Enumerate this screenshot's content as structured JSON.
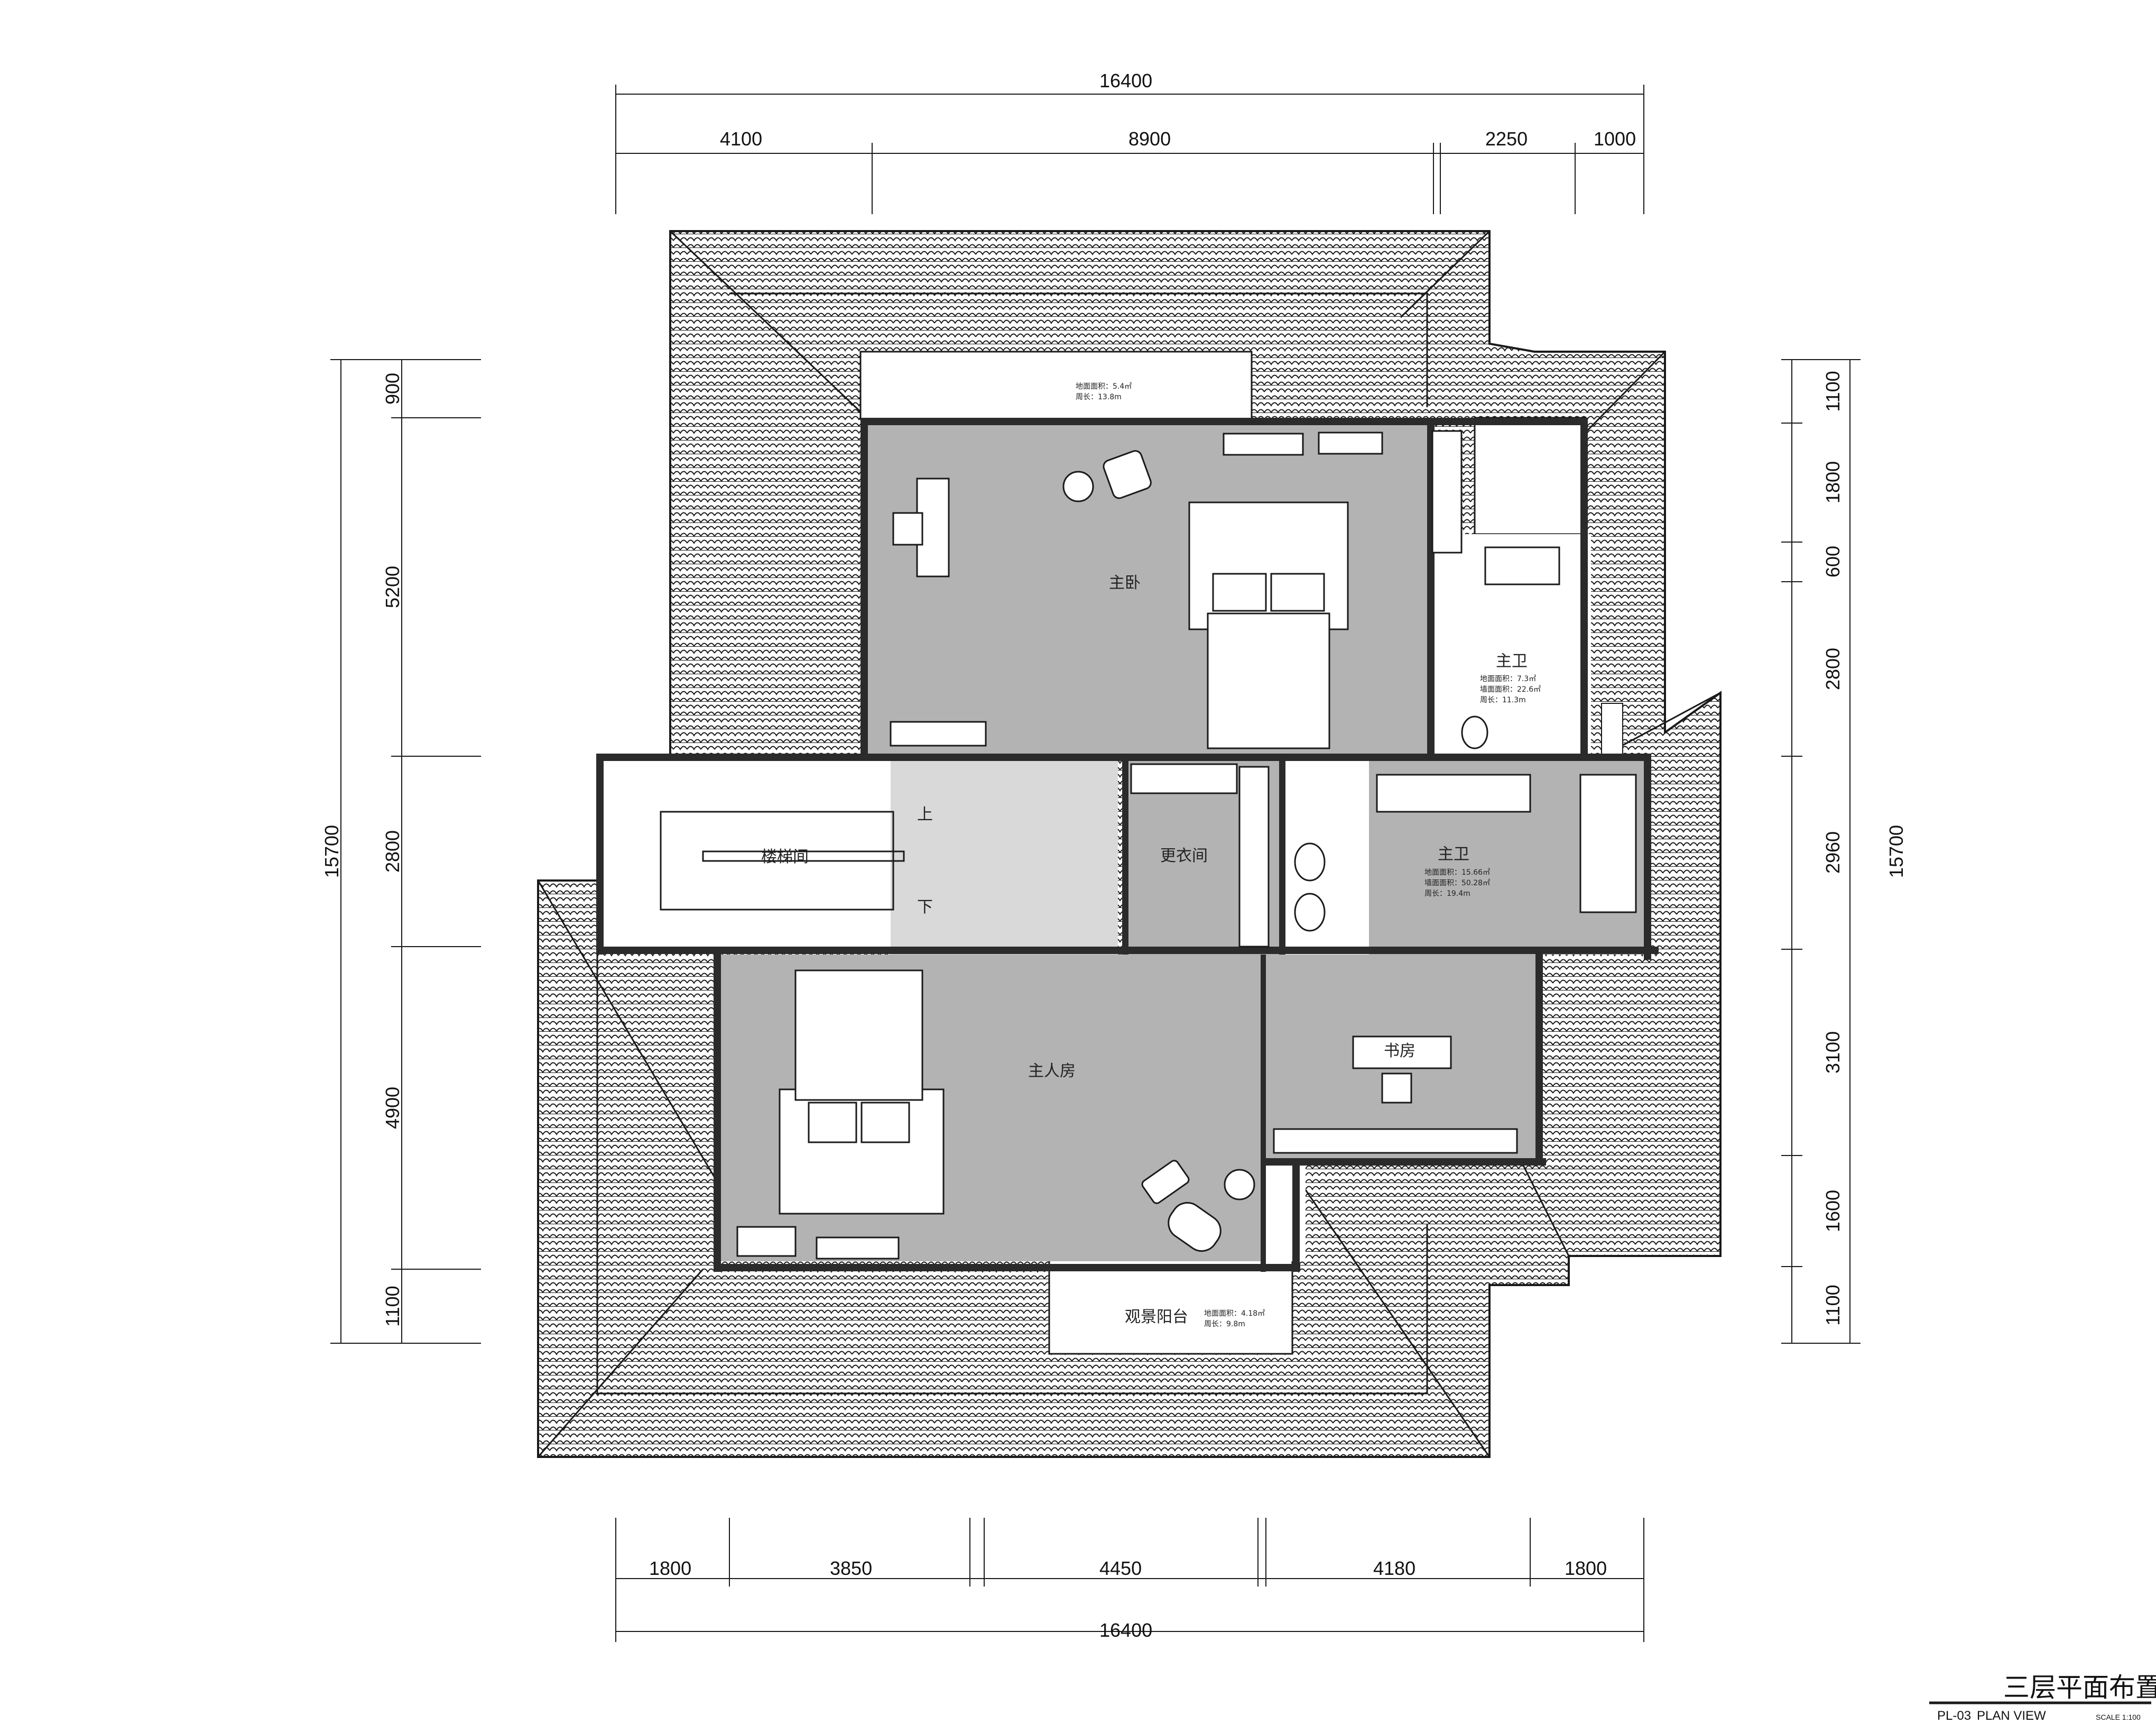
{
  "drawing": {
    "title": "三层平面布置图",
    "code": "PL-03",
    "subtitle": "PLAN VIEW",
    "scale": "SCALE 1:100"
  },
  "dimensions": {
    "top_total": "16400",
    "top_segments": [
      "4100",
      "8900",
      "2250",
      "1000"
    ],
    "bottom_total": "16400",
    "bottom_segments": [
      "1800",
      "3850",
      "4450",
      "4180",
      "1800"
    ],
    "left_total": "15700",
    "left_segments": [
      "900",
      "5200",
      "2800",
      "4900",
      "1100"
    ],
    "right_total": "15700",
    "right_segments": [
      "1100",
      "1800",
      "600",
      "2800",
      "2960",
      "3100",
      "1600",
      "1100"
    ]
  },
  "rooms": {
    "master_bedroom": "主卧",
    "stairwell": "楼梯间",
    "stair_up": "上",
    "stair_down": "下",
    "dressing_room": "更衣间",
    "master_bath_north": "主卫",
    "master_bath_south": "主卫",
    "owner_room": "主人房",
    "study": "书房",
    "view_balcony": "观景阳台"
  },
  "notes": {
    "balcony_north_area": "地面面积：5.4㎡",
    "balcony_north_perimeter": "周长：13.8m",
    "bath_north_floor": "地面面积：7.3㎡",
    "bath_north_wall": "墙面面积：22.6㎡",
    "bath_north_perimeter": "周长：11.3m",
    "bath_south_floor": "地面面积：15.66㎡",
    "bath_south_wall": "墙面面积：50.28㎡",
    "bath_south_perimeter": "周长：19.4m",
    "balcony_south_area": "地面面积：4.18㎡",
    "balcony_south_perimeter": "周长：9.8m"
  },
  "colors": {
    "room_fill": "#b3b3b3",
    "corridor_fill": "#d9d9d9",
    "wall": "#2b2b2b",
    "roof_line": "#1a1a1a"
  }
}
